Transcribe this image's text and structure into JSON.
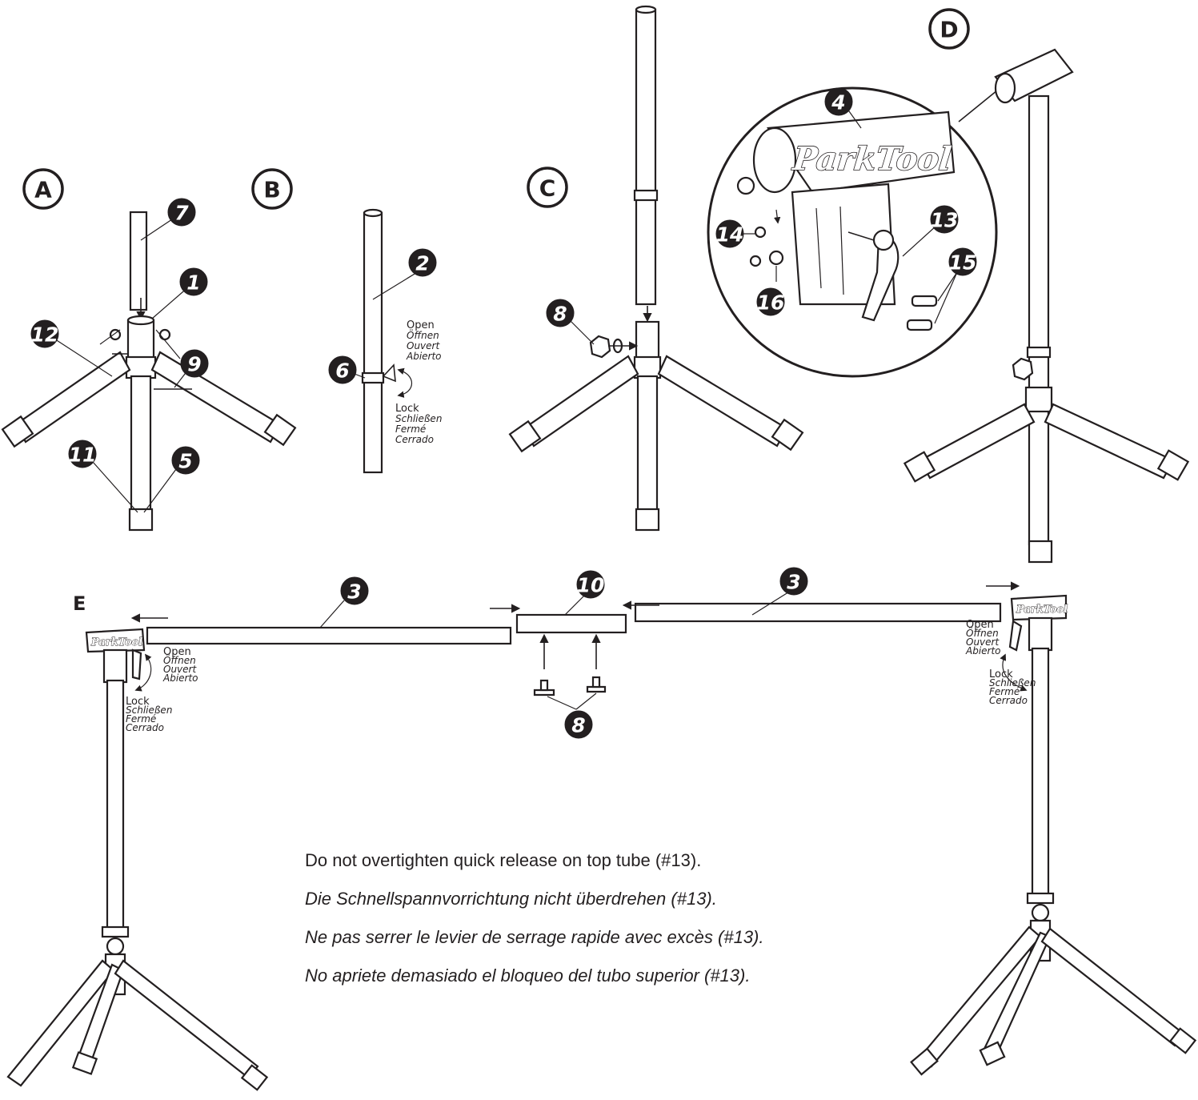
{
  "steps": {
    "a": "A",
    "b": "B",
    "c": "C",
    "d": "D",
    "e": "E"
  },
  "parts": {
    "p1": "1",
    "p2": "2",
    "p3": "3",
    "p4": "4",
    "p5": "5",
    "p6": "6",
    "p7": "7",
    "p8": "8",
    "p9": "9",
    "p10": "10",
    "p11": "11",
    "p12": "12",
    "p13": "13",
    "p14": "14",
    "p15": "15",
    "p16": "16"
  },
  "lever_labels": {
    "open": [
      "Open",
      "Öffnen",
      "Ouvert",
      "Abierto"
    ],
    "lock": [
      "Lock",
      "Schließen",
      "Fermé",
      "Cerrado"
    ]
  },
  "brand": "ParkTool",
  "notes": [
    "Do not overtighten quick release on top tube (#13).",
    "Die Schnellspannvorrichtung nicht überdrehen (#13).",
    "Ne pas serrer le levier de serrage rapide avec excès (#13).",
    "No apriete demasiado el bloqueo del tubo superior (#13)."
  ]
}
